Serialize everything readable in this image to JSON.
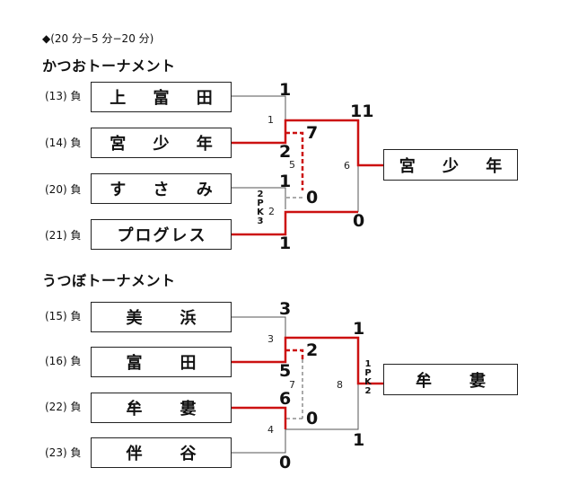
{
  "header": {
    "note": "◆(20 分−5 分−20 分)"
  },
  "colors": {
    "win": "#cc1111",
    "line": "#555555"
  },
  "tournaments": [
    {
      "title": "かつおトーナメント",
      "teams": [
        {
          "seed": "(13) 負",
          "name": "上 富 田"
        },
        {
          "seed": "(14) 負",
          "name": "宮 少 年"
        },
        {
          "seed": "(20) 負",
          "name": "す さ み"
        },
        {
          "seed": "(21) 負",
          "name": "プログレス"
        }
      ],
      "first_round": [
        {
          "match_no": "1",
          "top_score": "1",
          "bottom_score": "2"
        },
        {
          "match_no": "2",
          "top_score": "1",
          "bottom_score": "1",
          "pk": [
            "2",
            "P",
            "K",
            "3"
          ]
        }
      ],
      "semi": {
        "match_no": "5",
        "top_score": "7",
        "bottom_score": "0"
      },
      "final": {
        "match_no": "6",
        "top_score": "11",
        "bottom_score": "0"
      },
      "winner": "宮 少 年"
    },
    {
      "title": "うつぼトーナメント",
      "teams": [
        {
          "seed": "(15) 負",
          "name": "美　浜"
        },
        {
          "seed": "(16) 負",
          "name": "富　田"
        },
        {
          "seed": "(22) 負",
          "name": "牟　婁"
        },
        {
          "seed": "(23) 負",
          "name": "伴　谷"
        }
      ],
      "first_round": [
        {
          "match_no": "3",
          "top_score": "3",
          "bottom_score": "5"
        },
        {
          "match_no": "4",
          "top_score": "6",
          "bottom_score": "0"
        }
      ],
      "semi": {
        "match_no": "7",
        "top_score": "2",
        "bottom_score": "0"
      },
      "final": {
        "match_no": "8",
        "top_score": "1",
        "bottom_score": "1",
        "pk": [
          "1",
          "P",
          "K",
          "2"
        ]
      },
      "winner": "牟　婁"
    }
  ]
}
